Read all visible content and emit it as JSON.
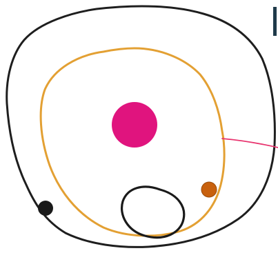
{
  "colors": {
    "background": "#ffffff",
    "outer_orbit": "#1e1e1e",
    "inner_orbit": "#e3a033",
    "small_loop": "#1a1a1a",
    "central_body": "#e0147e",
    "orbiting_body_orange": "#c8610e",
    "orbiting_body_black": "#1a1a1a",
    "leader_line": "#e8336e",
    "corner_mark": "#1f3a4a"
  },
  "icons": {
    "central_body": "filled-circle",
    "orbiting_body_orange": "filled-circle",
    "orbiting_body_black": "filled-circle",
    "corner_mark": "vertical-bar"
  }
}
